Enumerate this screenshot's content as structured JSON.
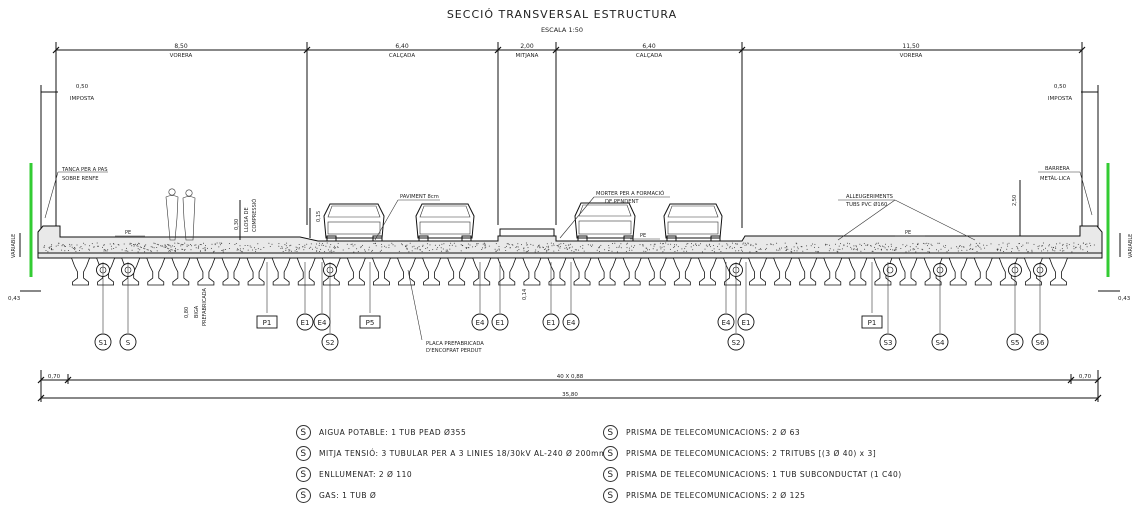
{
  "title": "SECCIÓ TRANSVERSAL ESTRUCTURA",
  "scale": "ESCALA 1:50",
  "top_dims": [
    {
      "value": "8,50",
      "label": "VORERA"
    },
    {
      "value": "6,40",
      "label": "CALÇADA"
    },
    {
      "value": "2,00",
      "label": "MITJANA"
    },
    {
      "value": "6,40",
      "label": "CALÇADA"
    },
    {
      "value": "11,50",
      "label": "VORERA"
    }
  ],
  "imposta": {
    "value": "0,50",
    "label": "IMPOSTA"
  },
  "side_heights": {
    "left": "0,43",
    "right": "0,43"
  },
  "annotations": {
    "tanca": [
      "TANCA PER A PAS",
      "SOBRE RENFE"
    ],
    "barrera": [
      "BARRERA",
      "METÀL·LICA"
    ],
    "paviment": "PAVIMENT 8cm",
    "morter": [
      "MORTER PER A FORMACIÓ",
      "DE PENDENT"
    ],
    "allejeriment": [
      "ALLEUGERIMENTS",
      "TUBS PVC Ø160"
    ],
    "placa": [
      "PLACA PREFABRICADA",
      "D'ENCOFRAT PERDUT"
    ],
    "llosa": [
      "LLOSA DE",
      "COMPRESSIÓ"
    ],
    "prefabricada": [
      "BIGA",
      "PREFABRICADA"
    ],
    "variable": "VARIABLE",
    "pe": "PE",
    "vert_030": "0,30",
    "vert_015": "0,15",
    "vert_250": "2,50",
    "vert_080": "0,80",
    "vert_014": "0,14"
  },
  "bottom_labels": [
    {
      "text": "S1",
      "shape": "circle"
    },
    {
      "text": "S",
      "shape": "circle"
    },
    {
      "text": "P1",
      "shape": "box"
    },
    {
      "text": "E1",
      "shape": "circle"
    },
    {
      "text": "E4",
      "shape": "circle"
    },
    {
      "text": "S2",
      "shape": "circle"
    },
    {
      "text": "P5",
      "shape": "box"
    },
    {
      "text": "E4",
      "shape": "circle"
    },
    {
      "text": "E1",
      "shape": "circle"
    },
    {
      "text": "E1",
      "shape": "circle"
    },
    {
      "text": "E4",
      "shape": "circle"
    },
    {
      "text": "E4",
      "shape": "circle"
    },
    {
      "text": "E1",
      "shape": "circle"
    },
    {
      "text": "S2",
      "shape": "circle"
    },
    {
      "text": "P1",
      "shape": "box"
    },
    {
      "text": "S3",
      "shape": "circle"
    },
    {
      "text": "S4",
      "shape": "circle"
    },
    {
      "text": "S5",
      "shape": "circle"
    },
    {
      "text": "S6",
      "shape": "circle"
    }
  ],
  "bottom_dims": {
    "left": "0,70",
    "mid": "40 X 0,88",
    "right": "0,70",
    "total": "35,80"
  },
  "legend": [
    {
      "symbol": "S",
      "text": "AIGUA POTABLE: 1 TUB PEAD Ø355"
    },
    {
      "symbol": "S",
      "text": "MITJA TENSIÓ: 3 TUBULAR PER A 3 LINIES 18/30kV AL-240 Ø 200mm"
    },
    {
      "symbol": "S",
      "text": "ENLLUMENAT: 2 Ø 110"
    },
    {
      "symbol": "S",
      "text": "GAS: 1 TUB Ø"
    },
    {
      "symbol": "S",
      "text": "PRISMA DE TELECOMUNICACIONS: 2 Ø 63"
    },
    {
      "symbol": "S",
      "text": "PRISMA DE TELECOMUNICACIONS: 2 TRITUBS [(3 Ø 40) x 3]"
    },
    {
      "symbol": "S",
      "text": "PRISMA DE TELECOMUNICACIONS: 1 TUB SUBCONDUCTAT (1 C40)"
    },
    {
      "symbol": "S",
      "text": "PRISMA DE TELECOMUNICACIONS: 2 Ø 125"
    }
  ],
  "colors": {
    "line": "#111111",
    "green": "#33cc33",
    "fill": "#ffffff"
  }
}
